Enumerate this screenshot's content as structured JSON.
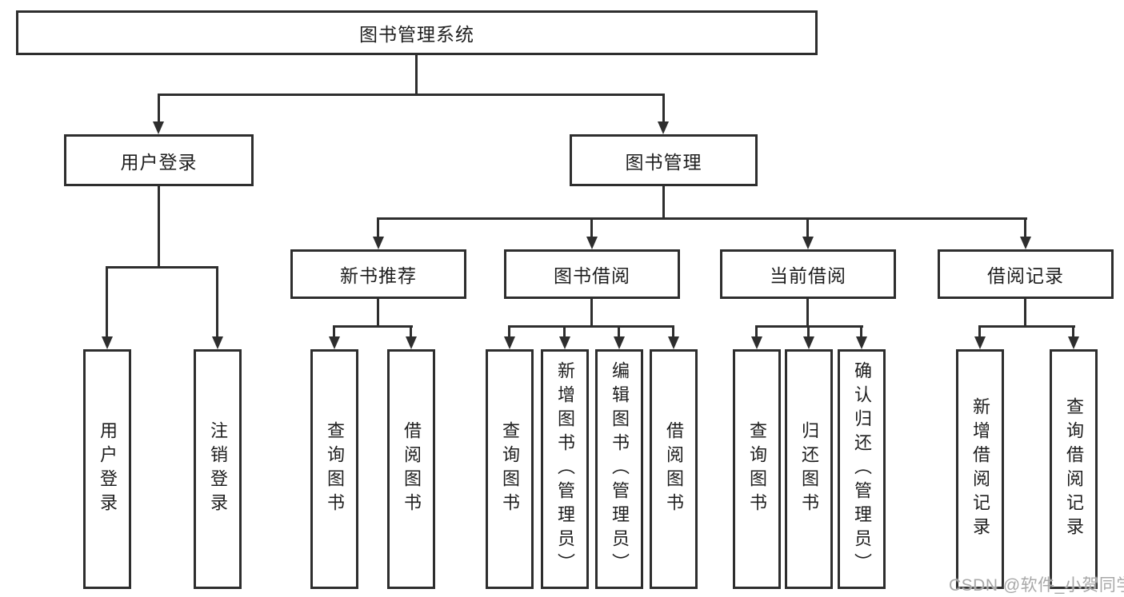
{
  "diagram": {
    "root": {
      "label": "图书管理系统"
    },
    "branches": [
      {
        "label": "用户登录",
        "children": [
          {
            "label": "用户登录"
          },
          {
            "label": "注销登录"
          }
        ]
      },
      {
        "label": "图书管理",
        "sections": [
          {
            "label": "新书推荐",
            "children": [
              {
                "label": "查询图书"
              },
              {
                "label": "借阅图书"
              }
            ]
          },
          {
            "label": "图书借阅",
            "children": [
              {
                "label": "查询图书"
              },
              {
                "label": "新增图书（管理员）"
              },
              {
                "label": "编辑图书（管理员）"
              },
              {
                "label": "借阅图书"
              }
            ]
          },
          {
            "label": "当前借阅",
            "children": [
              {
                "label": "查询图书"
              },
              {
                "label": "归还图书"
              },
              {
                "label": "确认归还（管理员）"
              }
            ]
          },
          {
            "label": "借阅记录",
            "children": [
              {
                "label": "新增借阅记录"
              },
              {
                "label": "查询借阅记录"
              }
            ]
          }
        ]
      }
    ]
  },
  "watermark": {
    "text": "CSDN @软件_小贺同学"
  },
  "colors": {
    "line": "#2e2e2e",
    "box_border": "#2e2e2e",
    "box_background": "#ffffff",
    "text": "#1e1e1e",
    "watermark": "#a8a8a8",
    "page_background": "#ffffff"
  }
}
